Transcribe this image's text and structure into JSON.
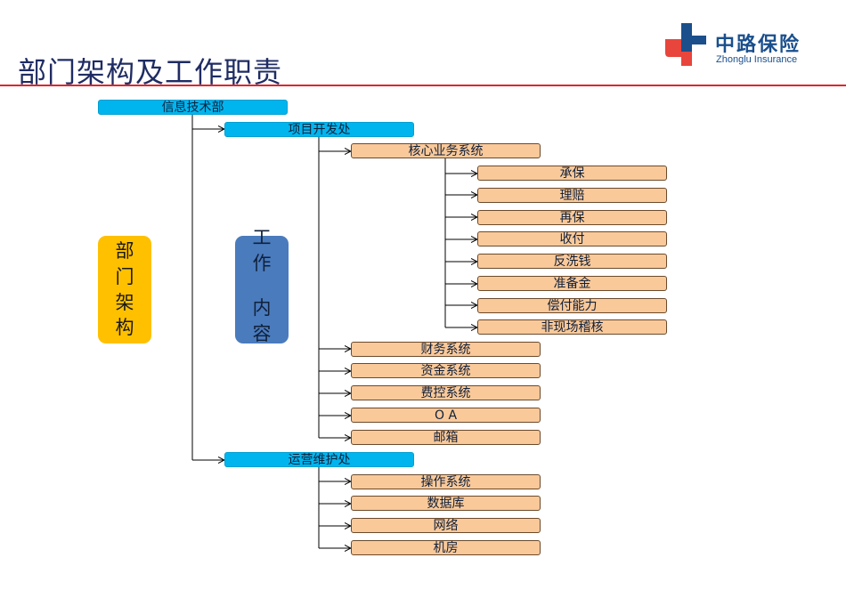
{
  "slide_title": "部门架构及工作职责",
  "logo": {
    "name_cn": "中路保险",
    "name_en": "Zhonglu Insurance",
    "colors": {
      "red": "#e8453c",
      "blue": "#1a4f8c"
    }
  },
  "side_labels": {
    "org": "部门架构",
    "work_chars": [
      "工",
      "作",
      "",
      "内",
      "容"
    ]
  },
  "root": {
    "label": "信息技术部"
  },
  "project_dept": {
    "label": "项目开发处",
    "core_system": {
      "label": "核心业务系统",
      "children": [
        "承保",
        "理赔",
        "再保",
        "收付",
        "反洗钱",
        "准备金",
        "偿付能力",
        "非现场稽核"
      ]
    },
    "others": [
      "财务系统",
      "资金系统",
      "费控系统",
      "O A",
      "邮箱"
    ]
  },
  "ops_dept": {
    "label": "运营维护处",
    "children": [
      "操作系统",
      "数据库",
      "网络",
      "机房"
    ]
  },
  "colors": {
    "title": "#1f2c63",
    "rule": "#d9272e",
    "blue_box": "#00b5ee",
    "orange_box": "#f9c99a",
    "yellow_label": "#ffc000",
    "blue_label": "#4a7bbd"
  }
}
